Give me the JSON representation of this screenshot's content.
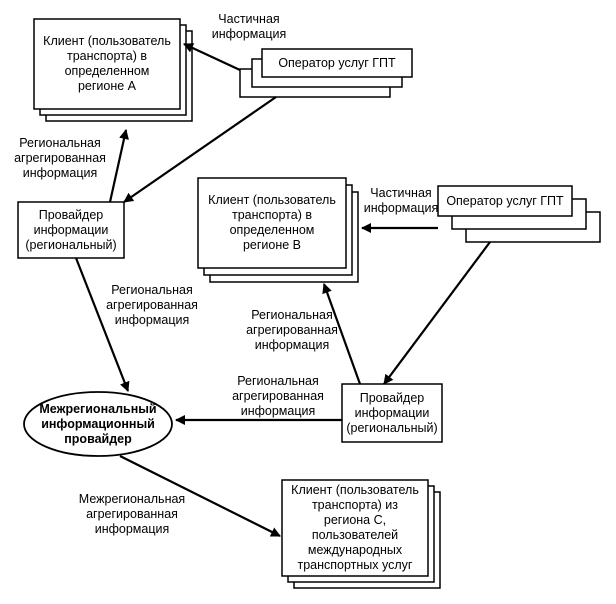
{
  "nodes": {
    "client_a": "Клиент (пользователь\nтранспорта) в\nопределенном\nрегионе А",
    "operator_1": "Оператор услуг ГПТ",
    "provider_1": "Провайдер\nинформации\n(региональный)",
    "client_b": "Клиент (пользователь\nтранспорта) в\nопределенном\nрегионе В",
    "operator_2": "Оператор услуг ГПТ",
    "provider_2": "Провайдер\nинформации\n(региональный)",
    "interregional": "Межрегиональный\nинформационный\nпровайдер",
    "client_c": "Клиент (пользователь\nтранспорта)  из\nрегиона С,\nпользователей\nмеждународных\nтранспортных услуг"
  },
  "labels": {
    "partial_1": "Частичная\nинформация",
    "regional_1": "Региональная\nагрегированная\nинформация",
    "regional_2": "Региональная\nагрегированная\nинформация",
    "partial_2": "Частичная\nинформация",
    "regional_3": "Региональная\nагрегированная\nинформация",
    "regional_4": "Региональная\nагрегированная\nинформация",
    "interregional_info": "Межрегиональная\nагрегированная\nинформация"
  }
}
